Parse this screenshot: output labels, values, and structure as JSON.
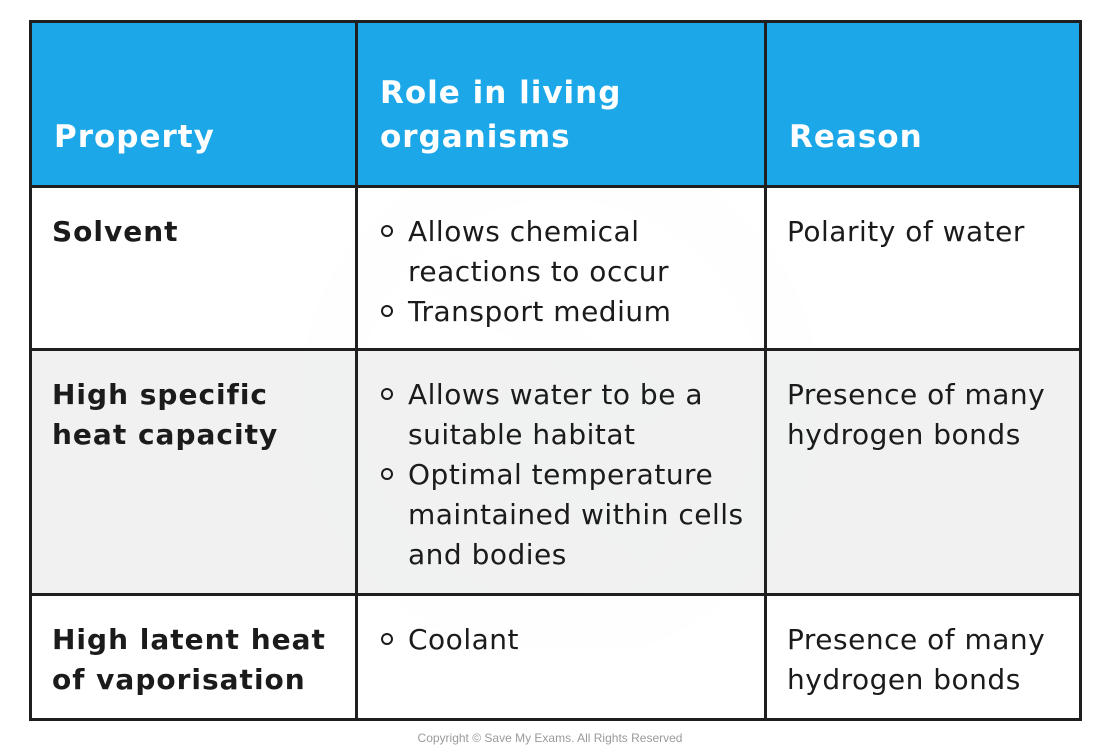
{
  "table": {
    "headers": [
      "Property",
      "Role in living organisms",
      "Reason"
    ],
    "rows": [
      {
        "property": "Solvent",
        "roles": [
          "Allows chemical reactions to occur",
          "Transport medium"
        ],
        "reason": "Polarity of water"
      },
      {
        "property": "High specific heat capacity",
        "roles": [
          "Allows water to be a suitable habitat",
          "Optimal temperature maintained within cells and bodies"
        ],
        "reason": "Presence of many hydrogen bonds"
      },
      {
        "property": "High latent heat of vaporisation",
        "roles": [
          "Coolant"
        ],
        "reason": "Presence of many hydrogen bonds"
      }
    ]
  },
  "footer": {
    "copyright": "Copyright © Save My Exams. All Rights Reserved"
  },
  "colors": {
    "header_bg": "#1ba7e8",
    "header_text": "#ffffff",
    "border": "#1f1f1f",
    "shaded_row": "#f0f0f0"
  }
}
